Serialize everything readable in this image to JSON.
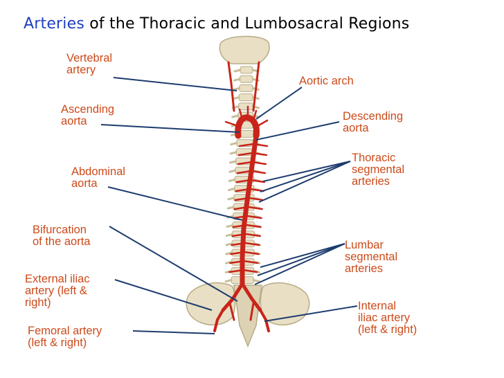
{
  "title": {
    "accent": "Arteries",
    "rest": " of the Thoracic and Lumbosacral Regions"
  },
  "colors": {
    "title_accent": "#1f3fbf",
    "label_text": "#cc4a1a",
    "leader_line": "#1d3c6e",
    "artery": "#c8241a",
    "bone": "#e8dfc4"
  },
  "labels": {
    "vertebral_artery": "Vertebral\nartery",
    "aortic_arch": "Aortic arch",
    "ascending_aorta": "Ascending\naorta",
    "descending_aorta": "Descending\naorta",
    "thoracic_segmental": "Thoracic\nsegmental\narteries",
    "abdominal_aorta": "Abdominal\naorta",
    "bifurcation": "Bifurcation\nof the aorta",
    "lumbar_segmental": "Lumbar\nsegmental\narteries",
    "external_iliac": "External iliac\nartery (left &\nright)",
    "internal_iliac": "Internal\niliac artery\n(left & right)",
    "femoral": "Femoral artery\n(left & right)"
  }
}
